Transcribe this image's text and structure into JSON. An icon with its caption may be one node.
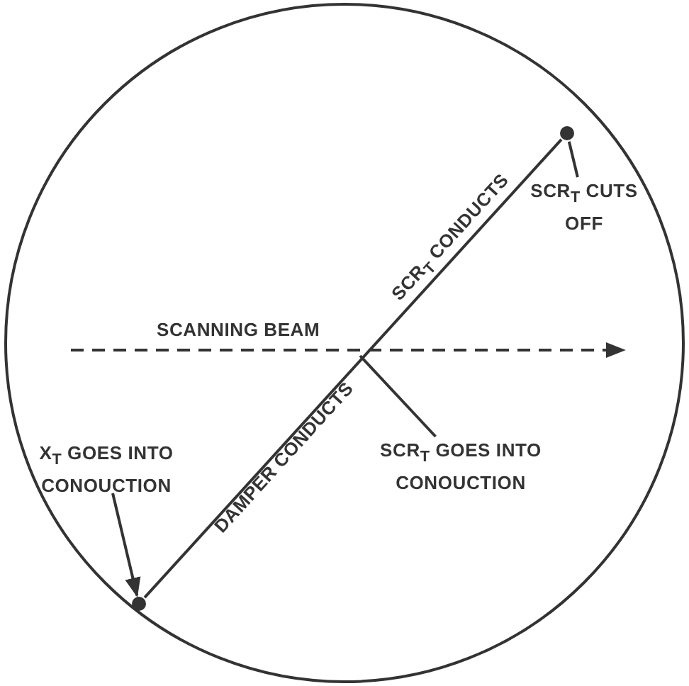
{
  "diagram": {
    "nodes": [
      {
        "text": [],
        "shape": "circle"
      },
      {
        "text": [],
        "shape": "circle"
      },
      {
        "text": [
          "X$_{T}$ GOES INTO CONOUCTION"
        ]
      },
      {
        "text": [
          "SCR$_{T}$ CUTS OFF"
        ]
      },
      {
        "text": [
          "SCR$_{T}$ GOES INTO CONOUCTION"
        ]
      }
    ],
    "edges": [
      {
        "from": 0,
        "to": 1,
        "arrow": "none"
      },
      {
        "from": 2,
        "to": 0,
        "arrow": "to"
      },
      {
        "from": 3,
        "to": 1,
        "arrow": "none"
      },
      {
        "from": 4,
        "to": null,
        "arrow": "none"
      }
    ],
    "labels": [
      "SCR$_{T}$ CONDUCTS",
      "SCANNING BEAM",
      "DAMPER CONDUCTS"
    ]
  }
}
